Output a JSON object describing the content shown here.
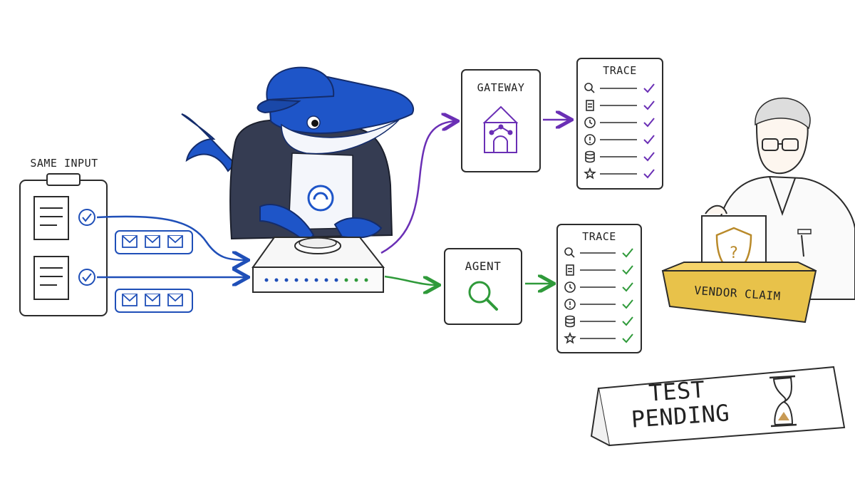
{
  "labels": {
    "same_input": "SAME INPUT",
    "gateway": "GATEWAY",
    "agent": "AGENT",
    "trace_top": "TRACE",
    "trace_bottom": "TRACE",
    "vendor_claim": "VENDOR CLAIM",
    "test_line1": "TEST",
    "test_line2": "PENDING"
  },
  "colors": {
    "ink": "#2b2b2b",
    "blue": "#1f4fb8",
    "purple": "#6a2fb5",
    "green": "#2f9a3a",
    "gold": "#e8c24a",
    "whale": "#1e55c8"
  },
  "trace_icons": [
    "search-icon",
    "document-icon",
    "clock-icon",
    "alert-icon",
    "database-icon",
    "star-icon"
  ]
}
